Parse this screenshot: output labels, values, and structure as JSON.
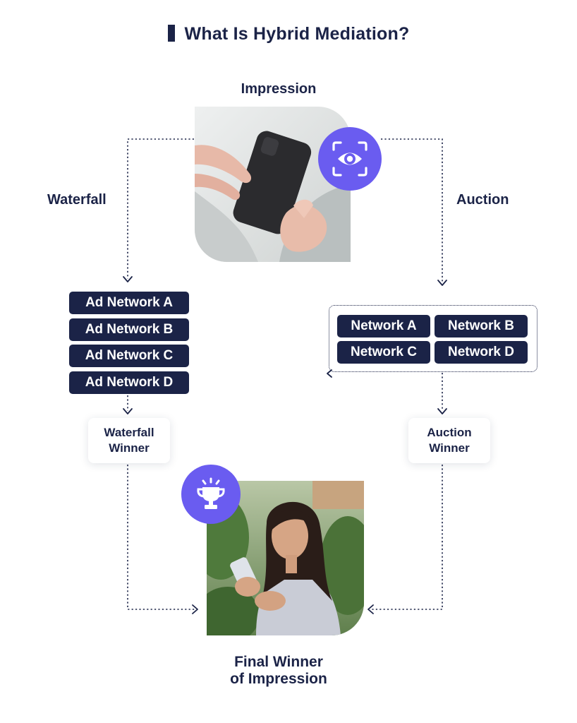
{
  "title": "What Is Hybrid Mediation?",
  "impression_label": "Impression",
  "waterfall": {
    "label": "Waterfall",
    "networks": [
      "Ad Network A",
      "Ad Network B",
      "Ad Network C",
      "Ad Network D"
    ],
    "winner_line1": "Waterfall",
    "winner_line2": "Winner"
  },
  "auction": {
    "label": "Auction",
    "networks": [
      "Network A",
      "Network B",
      "Network C",
      "Network D"
    ],
    "winner_line1": "Auction",
    "winner_line2": "Winner"
  },
  "final": {
    "line1": "Final Winner",
    "line2": "of Impression"
  },
  "icons": {
    "impression_badge": "eye-icon",
    "final_badge": "trophy-icon"
  },
  "colors": {
    "navy": "#1b2347",
    "badge": "#6a5cf0"
  }
}
